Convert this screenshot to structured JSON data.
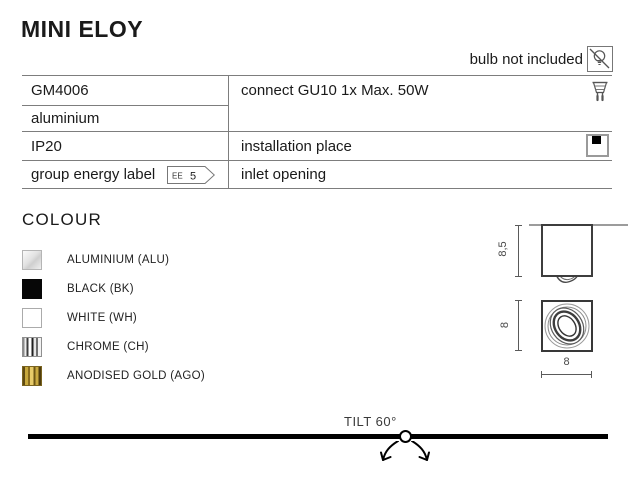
{
  "page": {
    "title": "MINI ELOY",
    "bulb_note": "bulb not included"
  },
  "spec_table": {
    "model": "GM4006",
    "connect": "connect GU10 1x Max. 50W",
    "material": "aluminium",
    "ip_rating": "IP20",
    "installation": "installation place",
    "energy_label_text": "group energy label",
    "energy_badge_prefix": "EE",
    "energy_badge_value": "5",
    "inlet": "inlet opening"
  },
  "colour": {
    "heading": "COLOUR",
    "options": [
      {
        "label": "ALUMINIUM (ALU)",
        "color": "#d9d9d9"
      },
      {
        "label": "BLACK (BK)",
        "color": "#070707"
      },
      {
        "label": "WHITE (WH)",
        "color": "#ffffff"
      },
      {
        "label": "CHROME (CH)",
        "color": "#b8b8b8"
      },
      {
        "label": "ANODISED GOLD (AGO)",
        "color": "#a98b2d"
      }
    ]
  },
  "drawing": {
    "side_height": "8,5",
    "front_height": "8",
    "front_width": "8"
  },
  "tilt": {
    "label": "TILT 60°"
  },
  "icons": {
    "bulb_not_included": "crossed-bulb-icon",
    "lamp_socket": "gu10-bulb-icon",
    "installation_place": "surface-mount-icon",
    "energy_label": "energy-class-badge"
  }
}
